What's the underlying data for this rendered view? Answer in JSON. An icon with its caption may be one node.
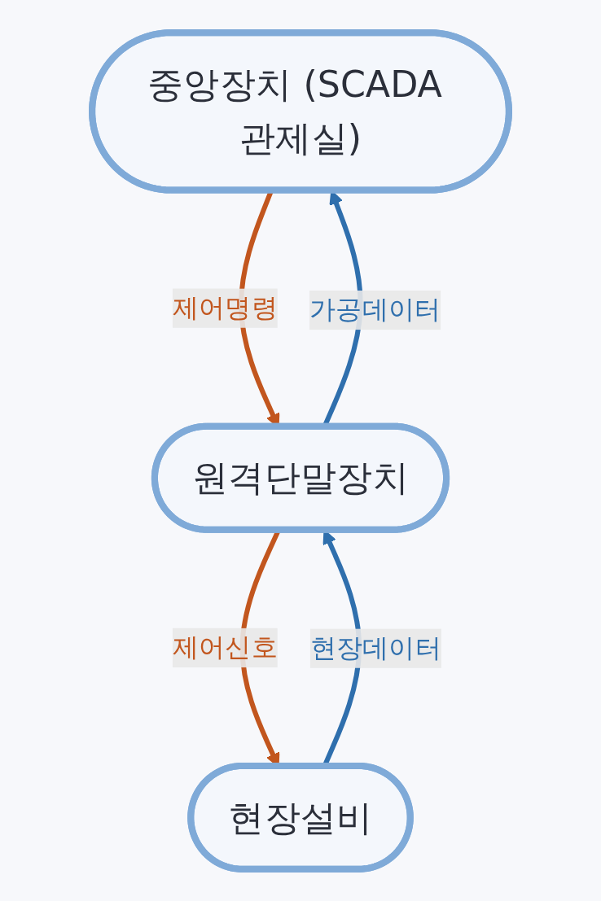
{
  "diagram": {
    "nodes": [
      {
        "text": [
          "중앙장치 (SCADA 관제실)"
        ]
      },
      {
        "text": [
          "원격단말장치"
        ]
      },
      {
        "text": [
          "현장설비"
        ]
      }
    ],
    "edges": [
      {
        "from": 0,
        "to": 1,
        "arrow": "to",
        "label": "제어명령",
        "color": "#c2561e"
      },
      {
        "from": 1,
        "to": 0,
        "arrow": "to",
        "label": "가공데이터",
        "color": "#2f6fad"
      },
      {
        "from": 1,
        "to": 2,
        "arrow": "to",
        "label": "제어신호",
        "color": "#c2561e"
      },
      {
        "from": 2,
        "to": 1,
        "arrow": "to",
        "label": "현장데이터",
        "color": "#2f6fad"
      }
    ]
  }
}
